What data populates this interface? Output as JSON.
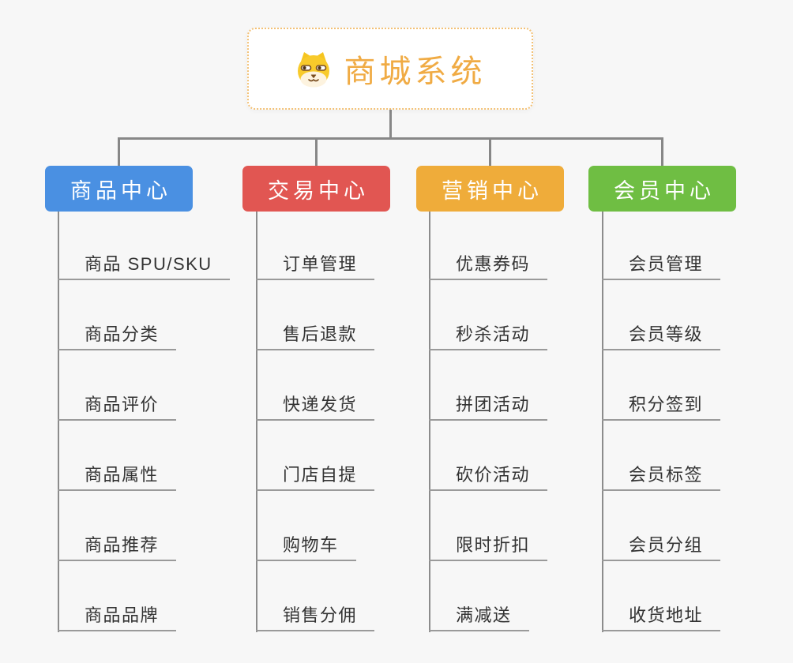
{
  "diagram": {
    "type": "mindmap-org-tree",
    "background_color": "#f7f7f7",
    "connector_color": "#878787",
    "leaf_underline_color": "#9a9a9a",
    "leaf_text_color": "#333333"
  },
  "root": {
    "title": "商城系统",
    "icon": "dog-icon",
    "text_color": "#f0ab44",
    "border_color": "#f3c176",
    "background_color": "#ffffff"
  },
  "branches": [
    {
      "label": "商品中心",
      "color": "#4a90e2",
      "items": [
        "商品 SPU/SKU",
        "商品分类",
        "商品评价",
        "商品属性",
        "商品推荐",
        "商品品牌"
      ]
    },
    {
      "label": "交易中心",
      "color": "#e15652",
      "items": [
        "订单管理",
        "售后退款",
        "快递发货",
        "门店自提",
        "购物车",
        "销售分佣"
      ]
    },
    {
      "label": "营销中心",
      "color": "#efac3a",
      "items": [
        "优惠券码",
        "秒杀活动",
        "拼团活动",
        "砍价活动",
        "限时折扣",
        "满减送"
      ]
    },
    {
      "label": "会员中心",
      "color": "#6fbe43",
      "items": [
        "会员管理",
        "会员等级",
        "积分签到",
        "会员标签",
        "会员分组",
        "收货地址"
      ]
    }
  ]
}
